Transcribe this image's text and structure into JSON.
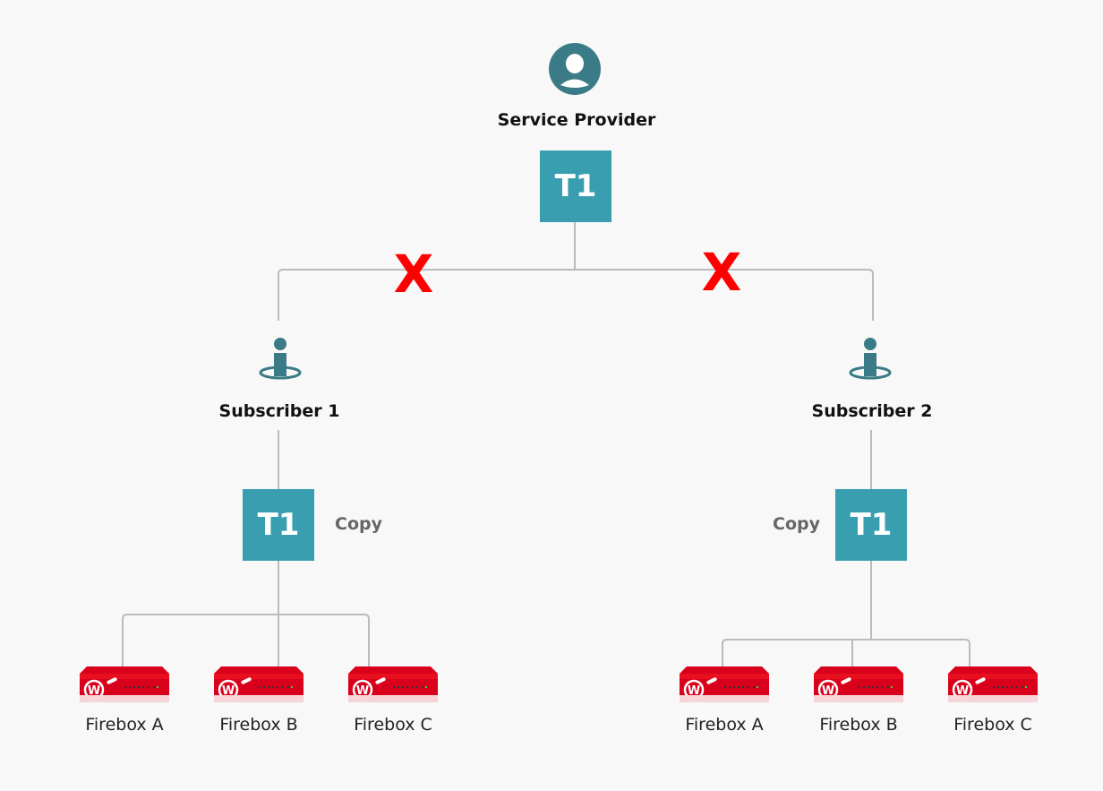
{
  "provider": {
    "label": "Service Provider",
    "template": "T1"
  },
  "blocked_marks": [
    "X",
    "X"
  ],
  "subscribers": [
    {
      "label": "Subscriber 1",
      "template": "T1",
      "copy_label": "Copy",
      "devices": [
        "Firebox A",
        "Firebox B",
        "Firebox C"
      ]
    },
    {
      "label": "Subscriber 2",
      "template": "T1",
      "copy_label": "Copy",
      "devices": [
        "Firebox A",
        "Firebox B",
        "Firebox C"
      ]
    }
  ],
  "colors": {
    "template": "#3a9eb1",
    "icon": "#3b7b87",
    "blocked": "#ff0000",
    "device": "#d9001b",
    "line": "#bbbbbb"
  }
}
